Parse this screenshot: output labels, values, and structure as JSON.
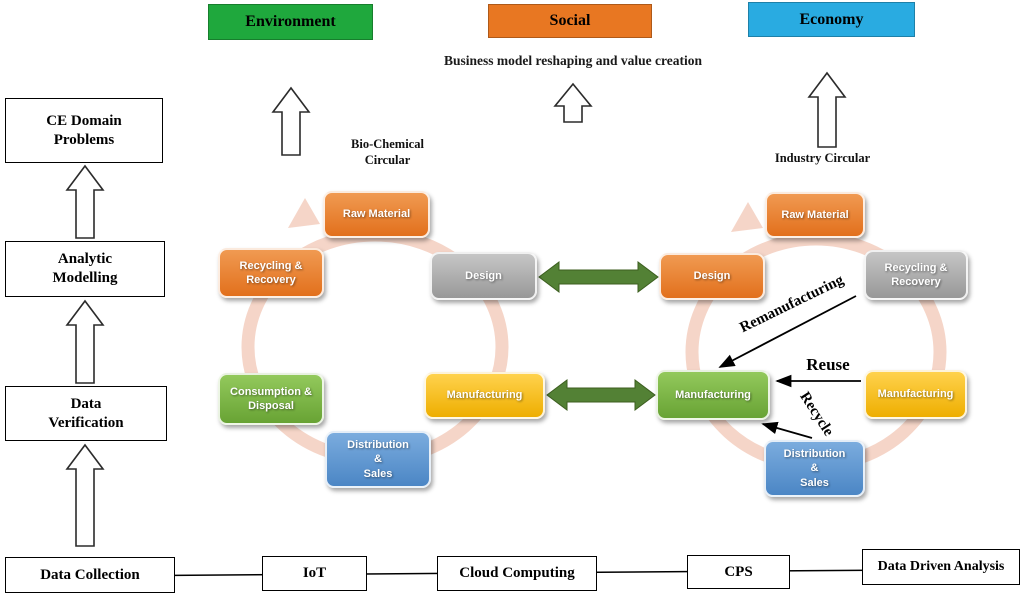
{
  "headers": {
    "environment": "Environment",
    "social": "Social",
    "economy": "Economy",
    "subtitle": "Business model reshaping and value creation"
  },
  "pipeline": {
    "ce_domain_problems": "CE Domain\nProblems",
    "analytic_modelling": "Analytic\nModelling",
    "data_verification": "Data\nVerification"
  },
  "bottom": {
    "data_collection": "Data Collection",
    "iot": "IoT",
    "cloud_computing": "Cloud Computing",
    "cps": "CPS",
    "data_driven_analysis": "Data Driven Analysis"
  },
  "bio_cycle": {
    "title": "Bio-Chemical\nCircular",
    "raw_material": "Raw Material",
    "design": "Design",
    "recycling_recovery": "Recycling &\nRecovery",
    "consumption_disposal": "Consumption &\nDisposal",
    "manufacturing": "Manufacturing",
    "distribution_sales": "Distribution\n&\nSales"
  },
  "industry_cycle": {
    "title": "Industry Circular",
    "raw_material": "Raw Material",
    "design": "Design",
    "recycling_recovery": "Recycling &\nRecovery",
    "manufacturing_green": "Manufacturing",
    "manufacturing_yellow": "Manufacturing",
    "distribution_sales": "Distribution\n&\nSales"
  },
  "flows": {
    "remanufacturing": "Remanufacturing",
    "reuse": "Reuse",
    "recycle": "Recycle"
  },
  "colors": {
    "environment_green": "#1fa83d",
    "social_orange": "#e87722",
    "economy_blue": "#29abe1",
    "box_orange": "#e8761f",
    "box_gray": "#a6a6a6",
    "box_yellow": "#f2b200",
    "box_green": "#70ad47",
    "box_blue": "#5b9bd5",
    "arrow_green": "#538135",
    "ring_pink": "#f5d5c8"
  }
}
